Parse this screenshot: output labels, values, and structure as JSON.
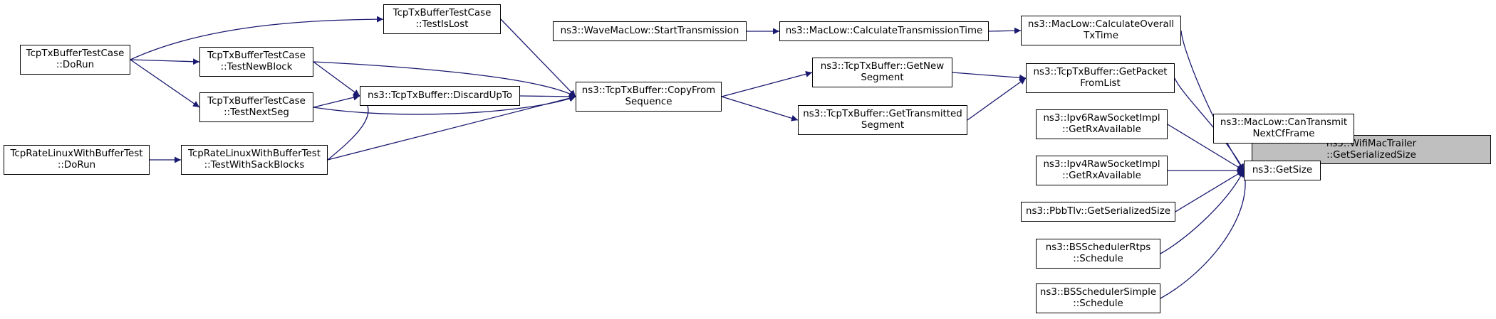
{
  "graph": {
    "edge_color": "#191970",
    "root_fill": "#bfbfbf",
    "nodes": [
      {
        "id": "root",
        "lines": [
          "ns3::WifiMacTrailer",
          "::GetSerializedSize"
        ],
        "root": true
      },
      {
        "id": "canTransmit",
        "lines": [
          "ns3::MacLow::CanTransmit",
          "NextCfFrame"
        ]
      },
      {
        "id": "getSize",
        "lines": [
          "ns3::GetSize"
        ]
      },
      {
        "id": "calcOverall",
        "lines": [
          "ns3::MacLow::CalculateOverall",
          "TxTime"
        ]
      },
      {
        "id": "getPacketFromList",
        "lines": [
          "ns3::TcpTxBuffer::GetPacket",
          "FromList"
        ]
      },
      {
        "id": "ipv6Raw",
        "lines": [
          "ns3::Ipv6RawSocketImpl",
          "::GetRxAvailable"
        ]
      },
      {
        "id": "ipv4Raw",
        "lines": [
          "ns3::Ipv4RawSocketImpl",
          "::GetRxAvailable"
        ]
      },
      {
        "id": "pbbTlv",
        "lines": [
          "ns3::PbbTlv::GetSerializedSize"
        ]
      },
      {
        "id": "bsRtps",
        "lines": [
          "ns3::BSSchedulerRtps",
          "::Schedule"
        ]
      },
      {
        "id": "bsSimple",
        "lines": [
          "ns3::BSSchedulerSimple",
          "::Schedule"
        ]
      },
      {
        "id": "calcTx",
        "lines": [
          "ns3::MacLow::CalculateTransmissionTime"
        ]
      },
      {
        "id": "waveStart",
        "lines": [
          "ns3::WaveMacLow::StartTransmission"
        ]
      },
      {
        "id": "getNewSeg",
        "lines": [
          "ns3::TcpTxBuffer::GetNew",
          "Segment"
        ]
      },
      {
        "id": "getTransSeg",
        "lines": [
          "ns3::TcpTxBuffer::GetTransmitted",
          "Segment"
        ]
      },
      {
        "id": "copyFrom",
        "lines": [
          "ns3::TcpTxBuffer::CopyFrom",
          "Sequence"
        ]
      },
      {
        "id": "testIsLost",
        "lines": [
          "TcpTxBufferTestCase",
          "::TestIsLost"
        ]
      },
      {
        "id": "discardUpTo",
        "lines": [
          "ns3::TcpTxBuffer::DiscardUpTo"
        ]
      },
      {
        "id": "testNewBlock",
        "lines": [
          "TcpTxBufferTestCase",
          "::TestNewBlock"
        ]
      },
      {
        "id": "testNextSeg",
        "lines": [
          "TcpTxBufferTestCase",
          "::TestNextSeg"
        ]
      },
      {
        "id": "testSack",
        "lines": [
          "TcpRateLinuxWithBufferTest",
          "::TestWithSackBlocks"
        ]
      },
      {
        "id": "tcpDoRun",
        "lines": [
          "TcpTxBufferTestCase",
          "::DoRun"
        ]
      },
      {
        "id": "rateDoRun",
        "lines": [
          "TcpRateLinuxWithBufferTest",
          "::DoRun"
        ]
      }
    ],
    "edges": [
      {
        "from": "canTransmit",
        "to": "root"
      },
      {
        "from": "getSize",
        "to": "root"
      },
      {
        "from": "calcOverall",
        "to": "getSize"
      },
      {
        "from": "getPacketFromList",
        "to": "getSize"
      },
      {
        "from": "ipv6Raw",
        "to": "getSize"
      },
      {
        "from": "ipv4Raw",
        "to": "getSize"
      },
      {
        "from": "pbbTlv",
        "to": "getSize"
      },
      {
        "from": "bsRtps",
        "to": "getSize"
      },
      {
        "from": "bsSimple",
        "to": "getSize"
      },
      {
        "from": "calcTx",
        "to": "calcOverall"
      },
      {
        "from": "waveStart",
        "to": "calcTx"
      },
      {
        "from": "getNewSeg",
        "to": "getPacketFromList"
      },
      {
        "from": "getTransSeg",
        "to": "getPacketFromList"
      },
      {
        "from": "copyFrom",
        "to": "getNewSeg"
      },
      {
        "from": "copyFrom",
        "to": "getTransSeg"
      },
      {
        "from": "testIsLost",
        "to": "copyFrom"
      },
      {
        "from": "discardUpTo",
        "to": "copyFrom"
      },
      {
        "from": "testNewBlock",
        "to": "copyFrom"
      },
      {
        "from": "testNextSeg",
        "to": "copyFrom"
      },
      {
        "from": "testSack",
        "to": "copyFrom"
      },
      {
        "from": "testNewBlock",
        "to": "discardUpTo"
      },
      {
        "from": "testNextSeg",
        "to": "discardUpTo"
      },
      {
        "from": "testSack",
        "to": "discardUpTo"
      },
      {
        "from": "tcpDoRun",
        "to": "testIsLost"
      },
      {
        "from": "tcpDoRun",
        "to": "testNewBlock"
      },
      {
        "from": "tcpDoRun",
        "to": "testNextSeg"
      },
      {
        "from": "rateDoRun",
        "to": "testSack"
      }
    ]
  }
}
